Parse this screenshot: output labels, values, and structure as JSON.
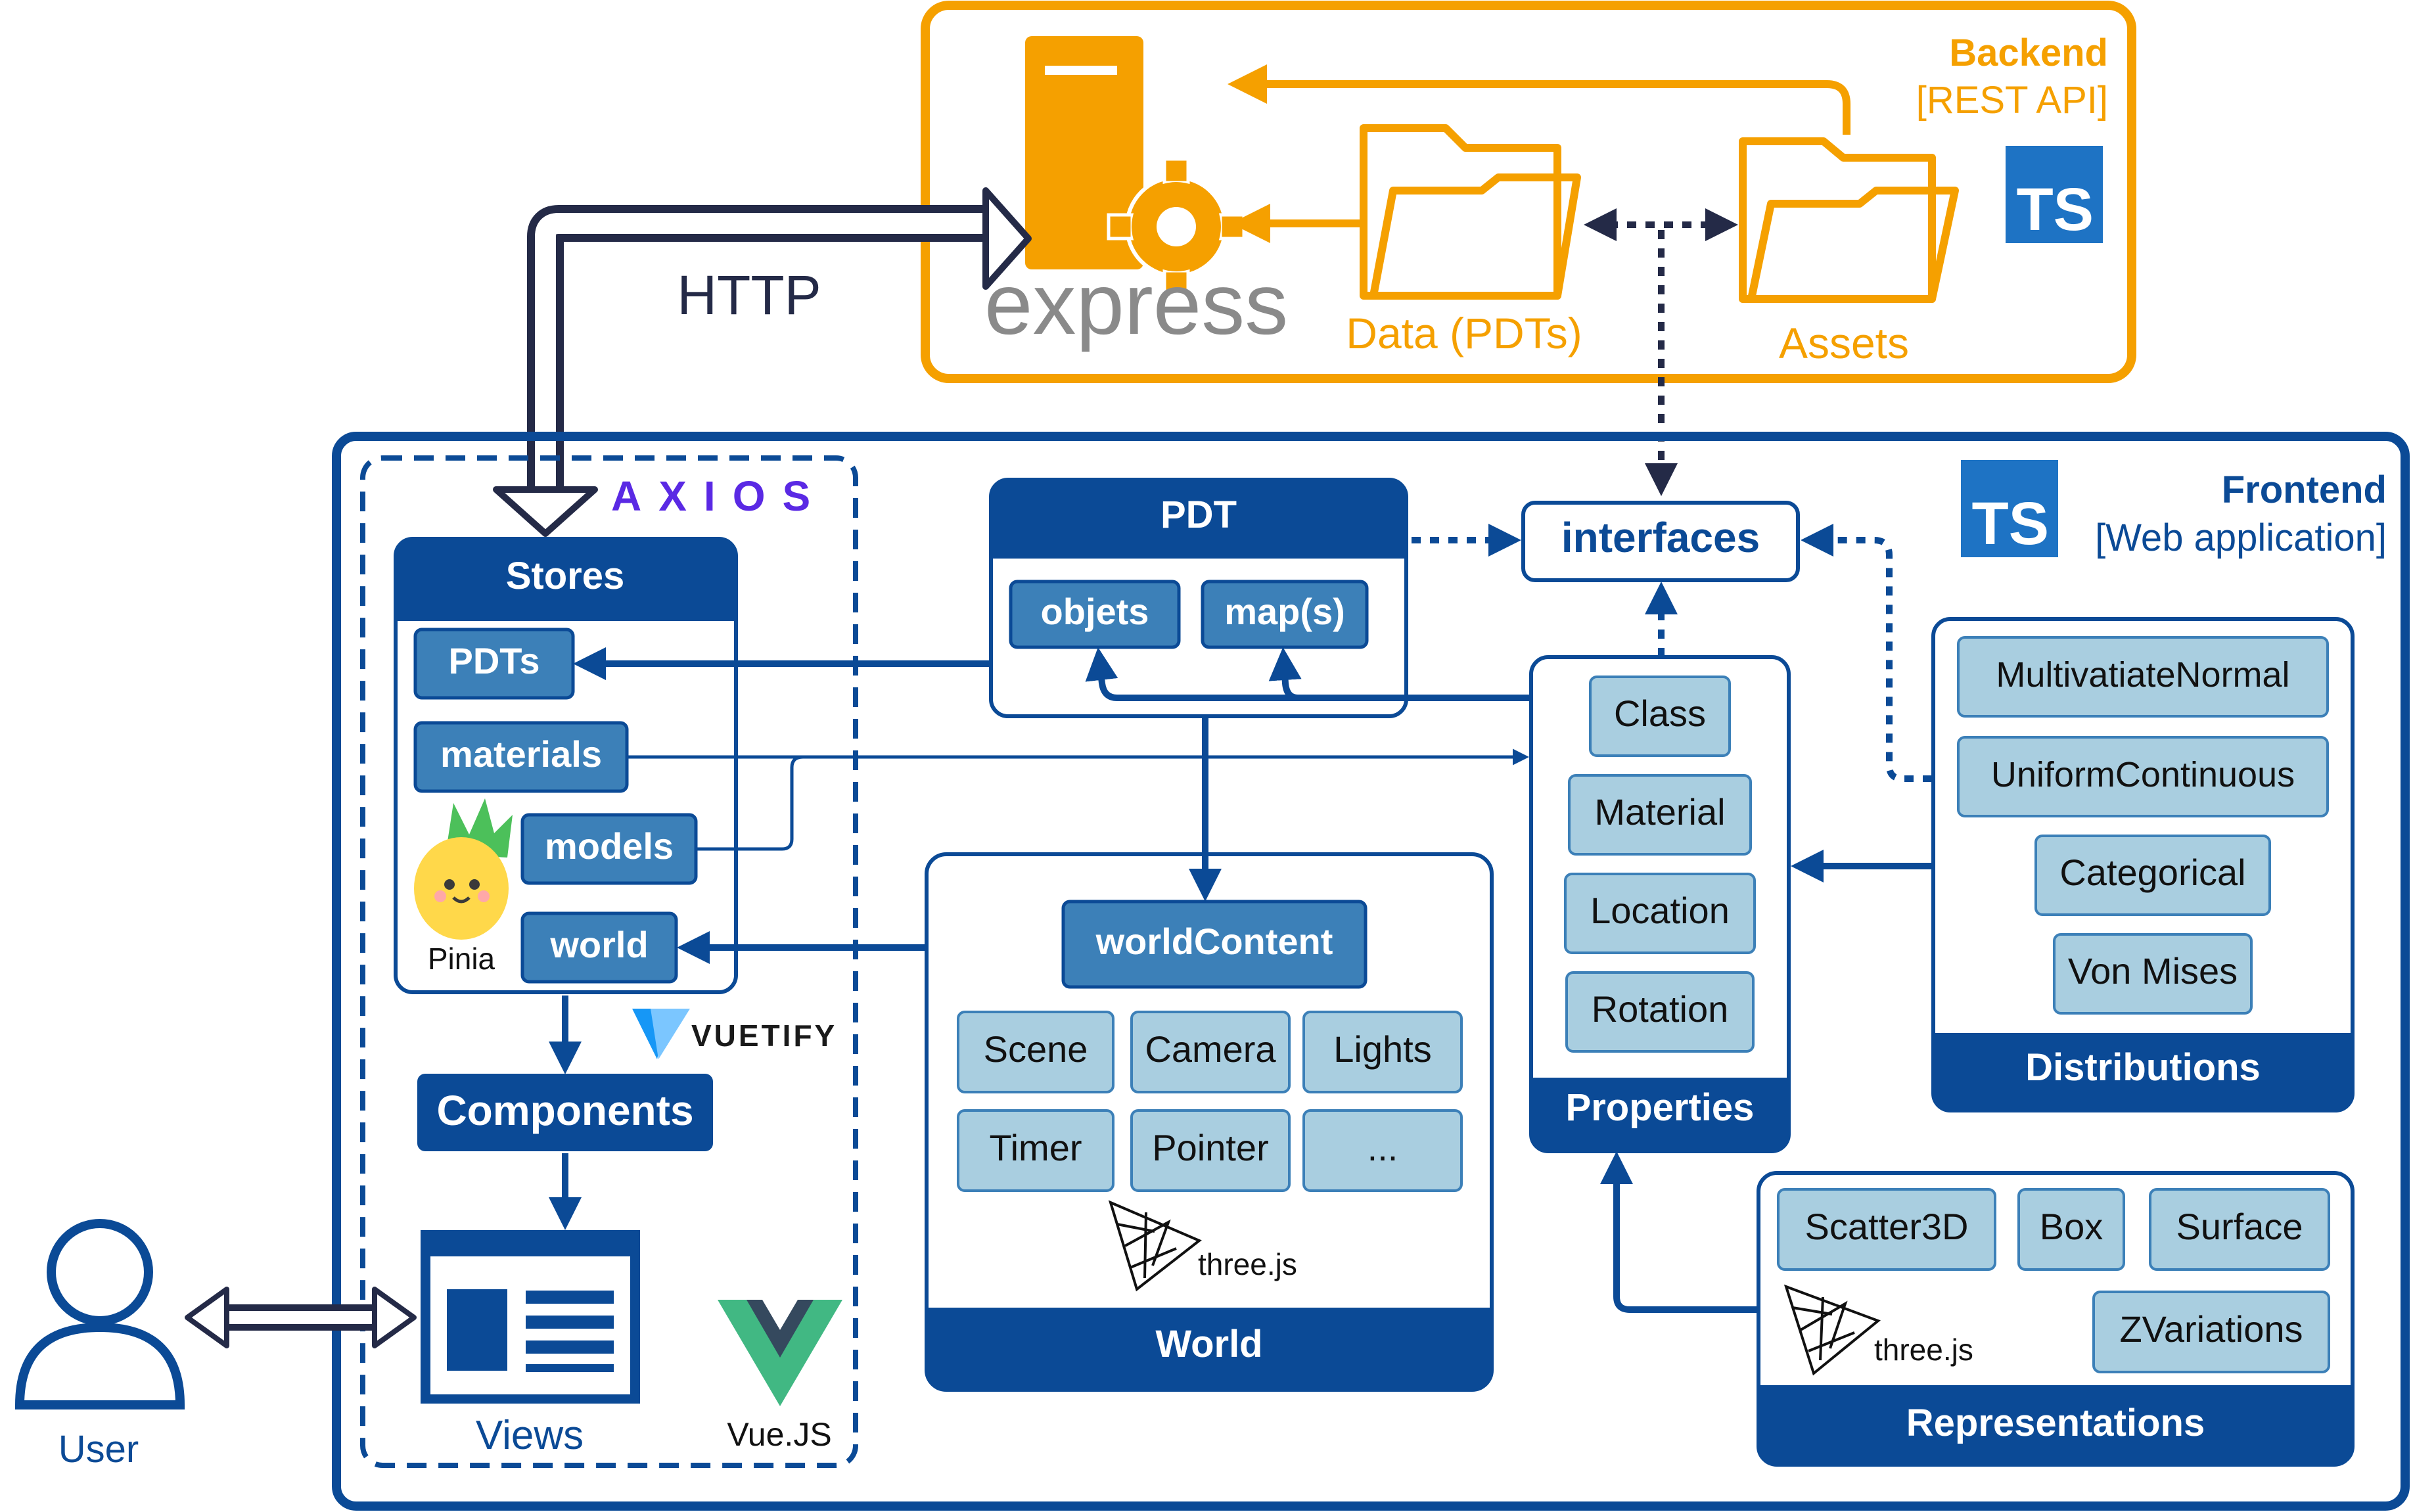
{
  "backend": {
    "title": "Backend",
    "subtitle": "[REST API]",
    "ts_badge": "TS",
    "express_label": "express",
    "data_label": "Data (PDTs)",
    "assets_label": "Assets",
    "server_icon": "server-gear-icon",
    "folder_icon": "folder-icon"
  },
  "http_label": "HTTP",
  "frontend": {
    "title": "Frontend",
    "subtitle": "[Web application]",
    "ts_badge": "TS"
  },
  "axios_label": "AXIOS",
  "stores": {
    "title": "Stores",
    "items": [
      "PDTs",
      "materials",
      "models",
      "world"
    ],
    "pinia_label": "Pinia"
  },
  "vuetify_label": "VUETIFY",
  "components_label": "Components",
  "views_label": "Views",
  "vue_label": "Vue.JS",
  "user_label": "User",
  "pdt": {
    "title": "PDT",
    "items": [
      "objets",
      "map(s)"
    ]
  },
  "interfaces_label": "interfaces",
  "properties": {
    "title": "Properties",
    "items": [
      "Class",
      "Material",
      "Location",
      "Rotation"
    ]
  },
  "distributions": {
    "title": "Distributions",
    "items": [
      "MultivatiateNormal",
      "UniformContinuous",
      "Categorical",
      "Von Mises"
    ]
  },
  "world": {
    "title": "World",
    "content_label": "worldContent",
    "items": [
      "Scene",
      "Camera",
      "Lights",
      "Timer",
      "Pointer",
      "..."
    ],
    "threejs_label": "three.js"
  },
  "representations": {
    "title": "Representations",
    "items": [
      "Scatter3D",
      "Box",
      "Surface",
      "ZVariations"
    ],
    "threejs_label": "three.js"
  },
  "colors": {
    "orange": "#F5A000",
    "navy": "#0B4A96",
    "dark": "#242A47",
    "light_box": "#A9CEE0",
    "mid_box": "#3C80B8",
    "ts_blue": "#1E73C4",
    "axios_purple": "#5A29E4",
    "vue_green": "#41B883",
    "vue_dark": "#35495E"
  }
}
